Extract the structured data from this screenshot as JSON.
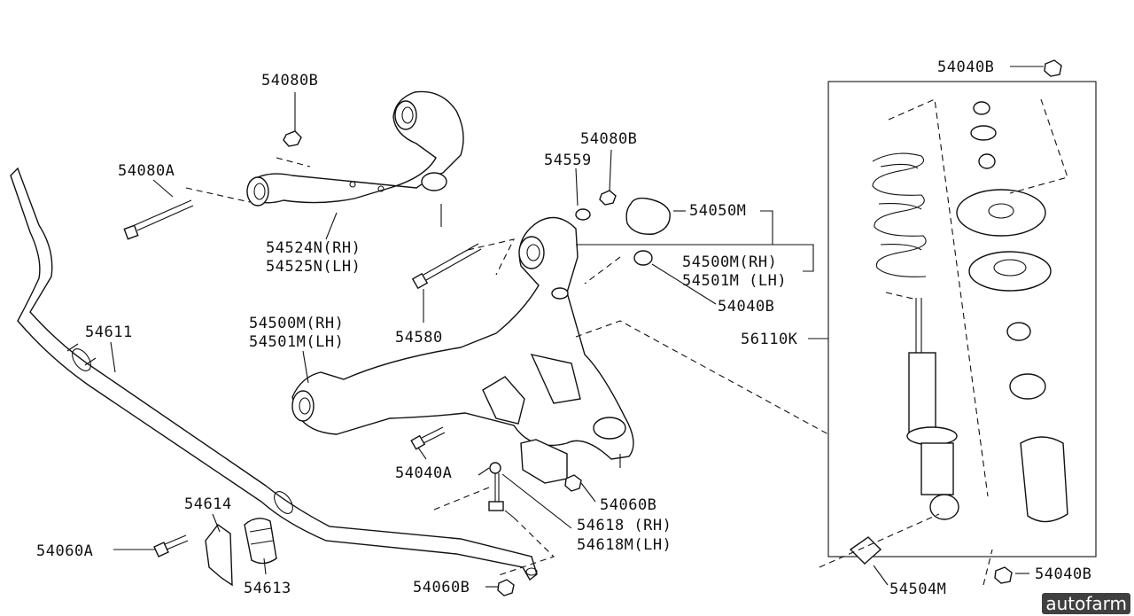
{
  "labels": {
    "p54080B_top": "54080B",
    "p54080A": "54080A",
    "p54524N": "54524N(RH)",
    "p54525N": "54525N(LH)",
    "p54559": "54559",
    "p54080B_mid": "54080B",
    "p54050M": "54050M",
    "p54500M_right": "54500M(RH)",
    "p54501M_right": "54501M (LH)",
    "p54040B_mid": "54040B",
    "p54580": "54580",
    "p54500M_left": "54500M(RH)",
    "p54501M_left": "54501M(LH)",
    "p54611": "54611",
    "p54040A": "54040A",
    "p54060B_mid": "54060B",
    "p54618": "54618  (RH)",
    "p54618M": "54618M(LH)",
    "p54614": "54614",
    "p54060A": "54060A",
    "p54613": "54613",
    "p54060B_bot": "54060B",
    "p54040B_top": "54040B",
    "p56110K": "56110K",
    "p54040B_bot": "54040B",
    "p54504M": "54504M"
  },
  "watermark": "autofarm"
}
